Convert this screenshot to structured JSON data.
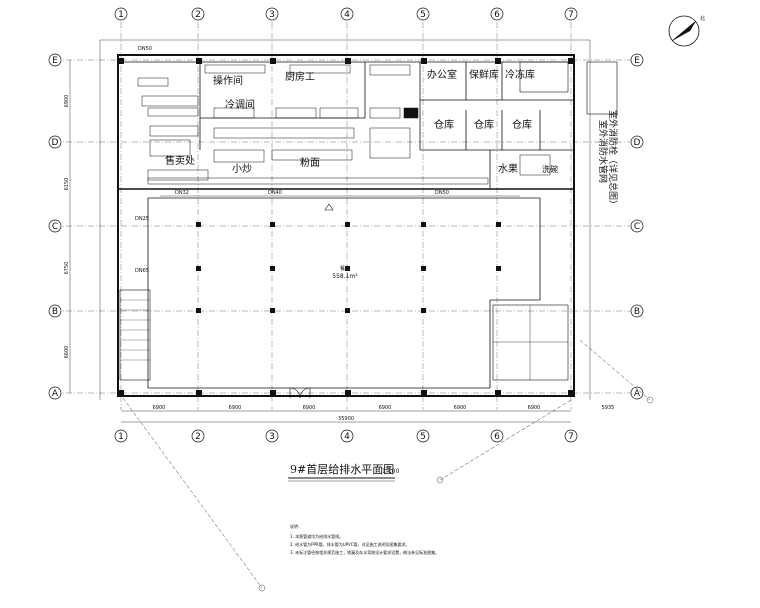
{
  "axes_top": [
    "1",
    "2",
    "3",
    "4",
    "5",
    "6",
    "7"
  ],
  "axes_bottom": [
    "1",
    "2",
    "3",
    "4",
    "5",
    "6",
    "7"
  ],
  "axes_left": [
    "E",
    "D",
    "C",
    "B",
    "A"
  ],
  "axes_right": [
    "E",
    "D",
    "C",
    "B",
    "A"
  ],
  "dims_bottom": [
    "6900",
    "6900",
    "6900",
    "6900",
    "6900",
    "6900",
    "5935"
  ],
  "dim_total": "35900",
  "dims_left": [
    "6900",
    "6150",
    "6750",
    "6600"
  ],
  "rooms": {
    "kitchen_room": "操作间",
    "cook_room": "厨房工",
    "office": "办公室",
    "keeper": "保鲜库",
    "freezer": "冷冻库",
    "cold_room": "冷调间",
    "store1": "仓库",
    "store2": "仓库",
    "store3": "仓库",
    "sell": "售卖处",
    "stir_fry": "小炒",
    "noodle": "粉面",
    "fruit": "水果",
    "wash": "洗碗",
    "dining": "餐厅",
    "dining_area": "558.1m²"
  },
  "right_note_lines": [
    "室外消防栓（详见总图）",
    "室外消防水管网"
  ],
  "pipe_labels": [
    "DN32",
    "DN40",
    "DN50",
    "DN25",
    "DN65",
    "DN50"
  ],
  "drawing_title": "9#首层给排水平面图",
  "drawing_scale": "1:100",
  "north_label": "北",
  "notes_title": "说明：",
  "notes": [
    "1. 本图管道均为给排水管线。",
    "2. 给水管为PPR管，排水管为UPVC管，详见施工说明及图集要求。",
    "3. 未标注管径按相关规范施工，地漏及存水弯按设计要求设置，做法参见标准图集。"
  ],
  "colors": {
    "line": "#111111",
    "paper": "#ffffff"
  }
}
